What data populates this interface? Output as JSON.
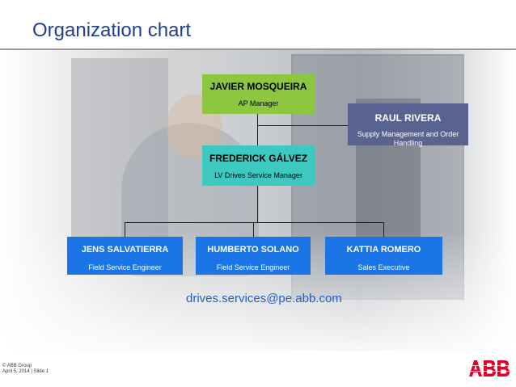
{
  "title": "Organization chart",
  "nodes": {
    "javier": {
      "name": "JAVIER MOSQUEIRA",
      "role": "AP Manager",
      "color": "#8dc63f"
    },
    "raul": {
      "name": "RAUL RIVERA",
      "role": "Supply Management and Order Handling",
      "color": "#5a6390"
    },
    "frederick": {
      "name": "FREDERICK GÁLVEZ",
      "role": "LV Drives Service Manager",
      "color": "#3ec9c0"
    },
    "jens": {
      "name": "JENS SALVATIERRA",
      "role": "Field Service Engineer",
      "color": "#1b75e6"
    },
    "humberto": {
      "name": "HUMBERTO SOLANO",
      "role": "Field Service Engineer",
      "color": "#1b75e6"
    },
    "kattia": {
      "name": "KATTIA ROMERO",
      "role": "Sales Executive",
      "color": "#1b75e6"
    }
  },
  "email": "drives.services@pe.abb.com",
  "footer": {
    "line1": "© ABB Group",
    "line2": "April 5, 2014 | Slide 1"
  },
  "logo": {
    "brand": "ABB",
    "color": "#e4002b"
  }
}
